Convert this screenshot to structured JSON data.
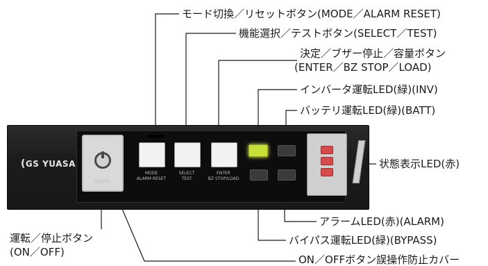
{
  "labels": {
    "mode_button": "モード切換／リセットボタン(MODE／ALARM RESET)",
    "select_button": "機能選択／テストボタン(SELECT／TEST)",
    "enter_button_line1": "決定／ブザー停止／容量ボタン",
    "enter_button_line2": "(ENTER／BZ STOP／LOAD)",
    "inv_led": "インバータ運転LED(緑)(INV)",
    "batt_led": "バッテリ運転LED(緑)(BATT)",
    "status_led": "状態表示LED(赤)",
    "alarm_led": "アラームLED(赤)(ALARM)",
    "bypass_led": "バイパス運転LED(緑)(BYPASS)",
    "onoff_button_line1": "運転／停止ボタン",
    "onoff_button_line2": "(ON／OFF)",
    "onoff_cover": "ON／OFFボタン誤操作防止カバー"
  },
  "panel": {
    "logo": "GS YUASA",
    "onoff_sub": "ON/OFF",
    "mode_sub1": "MODE",
    "mode_sub2": "ALARM RESET",
    "select_sub1": "SELECT",
    "select_sub2": "TEST",
    "enter_sub1": "ENTER",
    "enter_sub2": "BZ STOP/LOAD",
    "led_inv_state": "on",
    "led_inv_color": "#c8e038",
    "status_led_color": "#d64b4b"
  }
}
